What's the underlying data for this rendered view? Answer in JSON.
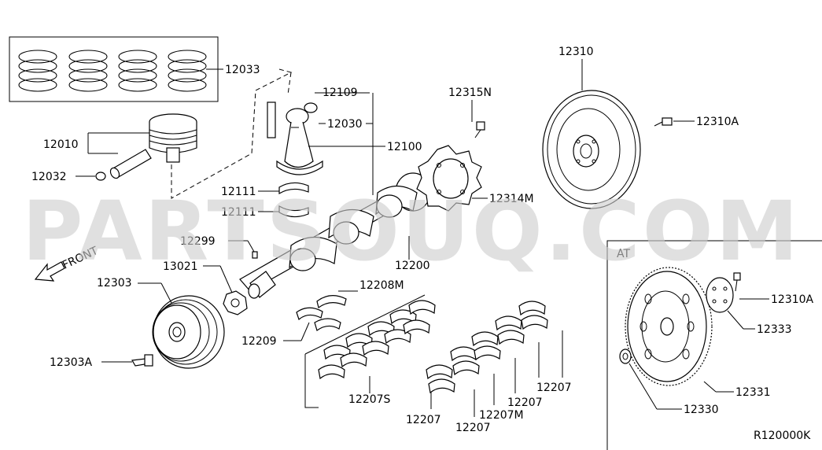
{
  "watermark": "PARTSOUQ.COM",
  "front_label": "FRONT",
  "at_label": "AT",
  "drawing_code": "R120000K",
  "parts": {
    "p12033": "12033",
    "p12010": "12010",
    "p12032": "12032",
    "p12109": "12109",
    "p12030": "12030",
    "p12100": "12100",
    "p12111a": "12111",
    "p12111b": "12111",
    "p12299": "12299",
    "p13021": "13021",
    "p12303": "12303",
    "p12303A": "12303A",
    "p12315N": "12315N",
    "p12314M": "12314M",
    "p12200": "12200",
    "p12208M": "12208M",
    "p12209": "12209",
    "p12207S": "12207S",
    "p12207a": "12207",
    "p12207b": "12207",
    "p12207c": "12207",
    "p12207d": "12207",
    "p12207M": "12207M",
    "p12310": "12310",
    "p12310A": "12310A",
    "p12310A_at": "12310A",
    "p12333": "12333",
    "p12331": "12331",
    "p12330": "12330"
  }
}
